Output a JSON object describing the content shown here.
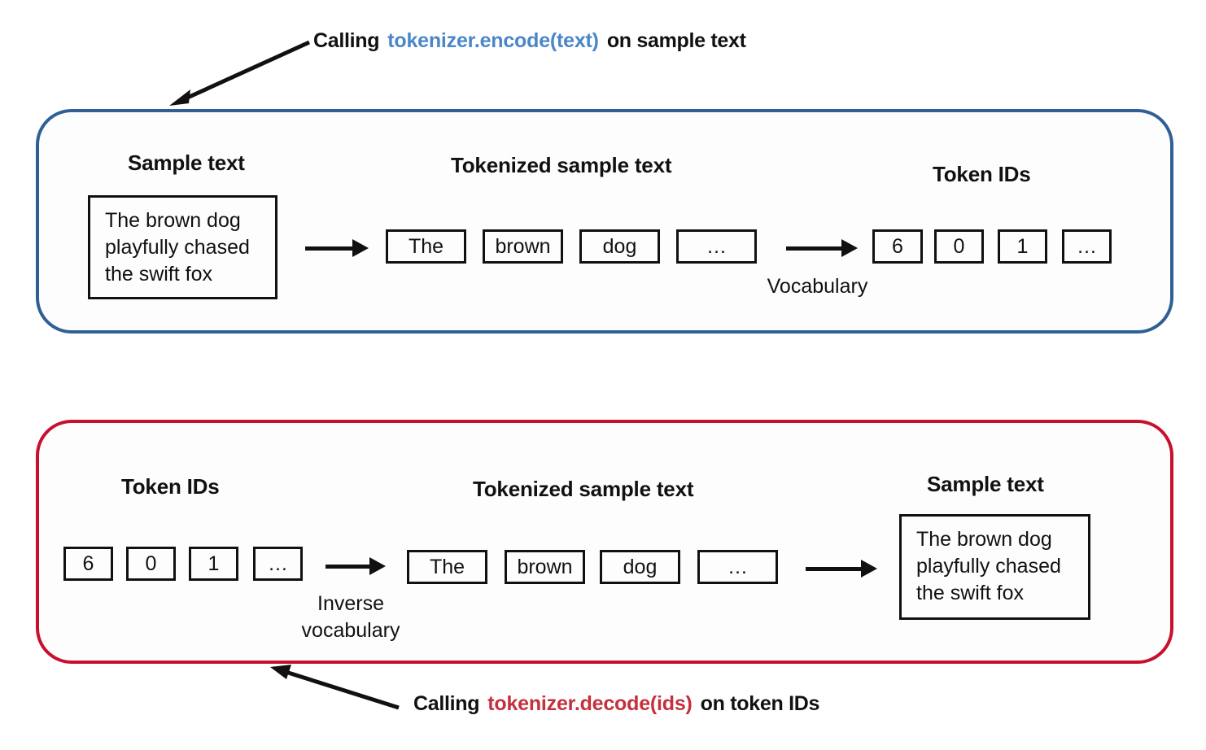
{
  "captions": {
    "encode": {
      "prefix": "Calling",
      "code": "tokenizer.encode(text)",
      "suffix": "on sample text",
      "code_color": "#4a86c8"
    },
    "decode": {
      "prefix": "Calling",
      "code": "tokenizer.decode(ids)",
      "suffix": "on token IDs",
      "code_color": "#c4303c"
    }
  },
  "panels": {
    "encode": {
      "border_color": "#2f6095",
      "headings": {
        "sample": "Sample text",
        "tokenized": "Tokenized sample text",
        "ids": "Token IDs"
      },
      "sample_text": "The brown dog playfully chased the swift fox",
      "tokens": [
        "The",
        "brown",
        "dog",
        "…"
      ],
      "token_ids": [
        "6",
        "0",
        "1",
        "…"
      ],
      "arrow_label": "Vocabulary"
    },
    "decode": {
      "border_color": "#c8102e",
      "headings": {
        "ids": "Token IDs",
        "tokenized": "Tokenized sample text",
        "sample": "Sample text"
      },
      "token_ids": [
        "6",
        "0",
        "1",
        "…"
      ],
      "tokens": [
        "The",
        "brown",
        "dog",
        "…"
      ],
      "sample_text": "The brown dog playfully chased the swift fox",
      "arrow_label": "Inverse\nvocabulary"
    }
  },
  "icons": {
    "pointer_encode": "arrow-down-left-icon",
    "pointer_decode": "arrow-up-left-icon",
    "flow_arrow": "arrow-right-icon"
  }
}
